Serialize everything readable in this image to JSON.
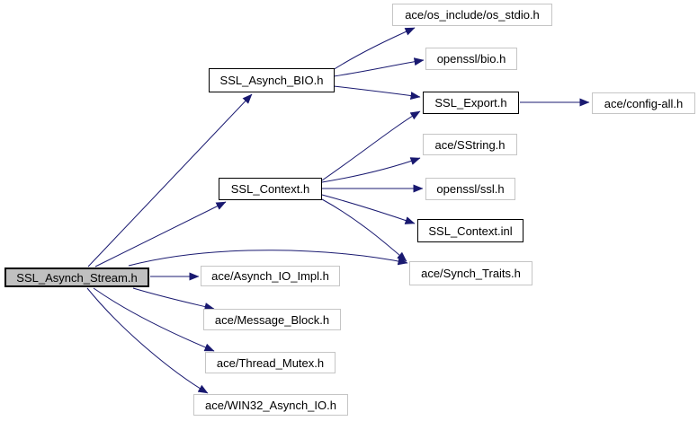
{
  "diagram": {
    "type": "include-dependency-graph",
    "root": "SSL_Asynch_Stream.h",
    "colors": {
      "background": "#ffffff",
      "edge": "#191970",
      "text": "#000000",
      "node_bg": "#ffffff",
      "node_border_documented": "#000000",
      "node_border_plain": "#c5c5c5",
      "current_node_bg": "#c0c0c0"
    },
    "nodes": [
      {
        "id": "ssl-asynch-stream",
        "label": "SSL_Asynch_Stream.h",
        "kind": "current"
      },
      {
        "id": "ssl-asynch-bio",
        "label": "SSL_Asynch_BIO.h",
        "kind": "documented"
      },
      {
        "id": "ssl-context",
        "label": "SSL_Context.h",
        "kind": "documented"
      },
      {
        "id": "os-stdio",
        "label": "ace/os_include/os_stdio.h",
        "kind": "plain"
      },
      {
        "id": "openssl-bio",
        "label": "openssl/bio.h",
        "kind": "plain"
      },
      {
        "id": "ssl-export",
        "label": "SSL_Export.h",
        "kind": "documented"
      },
      {
        "id": "config-all",
        "label": "ace/config-all.h",
        "kind": "plain"
      },
      {
        "id": "sstring",
        "label": "ace/SString.h",
        "kind": "plain"
      },
      {
        "id": "openssl-ssl",
        "label": "openssl/ssl.h",
        "kind": "plain"
      },
      {
        "id": "ssl-context-inl",
        "label": "SSL_Context.inl",
        "kind": "documented"
      },
      {
        "id": "synch-traits",
        "label": "ace/Synch_Traits.h",
        "kind": "plain"
      },
      {
        "id": "asynch-io-impl",
        "label": "ace/Asynch_IO_Impl.h",
        "kind": "plain"
      },
      {
        "id": "message-block",
        "label": "ace/Message_Block.h",
        "kind": "plain"
      },
      {
        "id": "thread-mutex",
        "label": "ace/Thread_Mutex.h",
        "kind": "plain"
      },
      {
        "id": "win32-asynch-io",
        "label": "ace/WIN32_Asynch_IO.h",
        "kind": "plain"
      }
    ],
    "edges": [
      {
        "from": "SSL_Asynch_Stream.h",
        "to": "SSL_Asynch_BIO.h"
      },
      {
        "from": "SSL_Asynch_Stream.h",
        "to": "SSL_Context.h"
      },
      {
        "from": "SSL_Asynch_Stream.h",
        "to": "ace/Asynch_IO_Impl.h"
      },
      {
        "from": "SSL_Asynch_Stream.h",
        "to": "ace/Synch_Traits.h"
      },
      {
        "from": "SSL_Asynch_Stream.h",
        "to": "ace/Message_Block.h"
      },
      {
        "from": "SSL_Asynch_Stream.h",
        "to": "ace/Thread_Mutex.h"
      },
      {
        "from": "SSL_Asynch_Stream.h",
        "to": "ace/WIN32_Asynch_IO.h"
      },
      {
        "from": "SSL_Asynch_BIO.h",
        "to": "ace/os_include/os_stdio.h"
      },
      {
        "from": "SSL_Asynch_BIO.h",
        "to": "openssl/bio.h"
      },
      {
        "from": "SSL_Asynch_BIO.h",
        "to": "SSL_Export.h"
      },
      {
        "from": "SSL_Context.h",
        "to": "SSL_Export.h"
      },
      {
        "from": "SSL_Context.h",
        "to": "ace/SString.h"
      },
      {
        "from": "SSL_Context.h",
        "to": "openssl/ssl.h"
      },
      {
        "from": "SSL_Context.h",
        "to": "SSL_Context.inl"
      },
      {
        "from": "SSL_Context.h",
        "to": "ace/Synch_Traits.h"
      },
      {
        "from": "SSL_Export.h",
        "to": "ace/config-all.h"
      }
    ]
  }
}
